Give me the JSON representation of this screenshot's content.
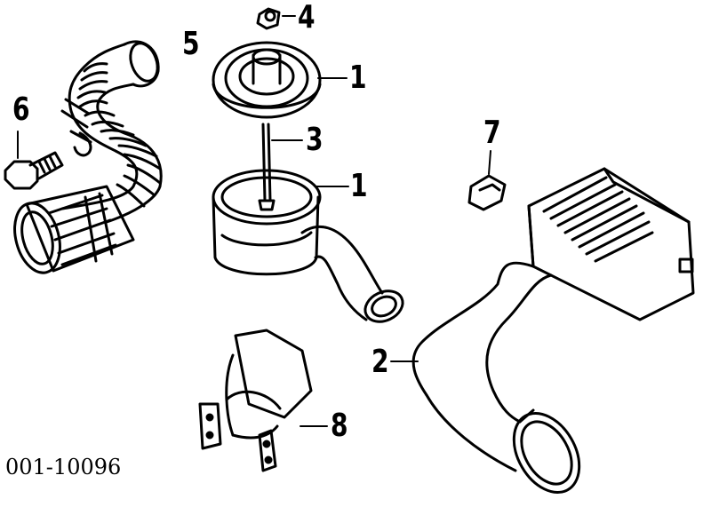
{
  "diagram": {
    "document_id": "001-10096",
    "callouts": {
      "c1a": "1",
      "c1b": "1",
      "c2": "2",
      "c3": "3",
      "c4": "4",
      "c5": "5",
      "c6": "6",
      "c7": "7",
      "c8": "8"
    },
    "parts": [
      {
        "callout": "1",
        "icon": "air-cleaner-cover"
      },
      {
        "callout": "1",
        "icon": "air-cleaner-housing"
      },
      {
        "callout": "2",
        "icon": "air-intake-duct"
      },
      {
        "callout": "3",
        "icon": "stud-rod"
      },
      {
        "callout": "4",
        "icon": "wing-nut"
      },
      {
        "callout": "5",
        "icon": "flex-hose"
      },
      {
        "callout": "6",
        "icon": "bolt"
      },
      {
        "callout": "7",
        "icon": "clip"
      },
      {
        "callout": "8",
        "icon": "mounting-bracket"
      }
    ]
  }
}
